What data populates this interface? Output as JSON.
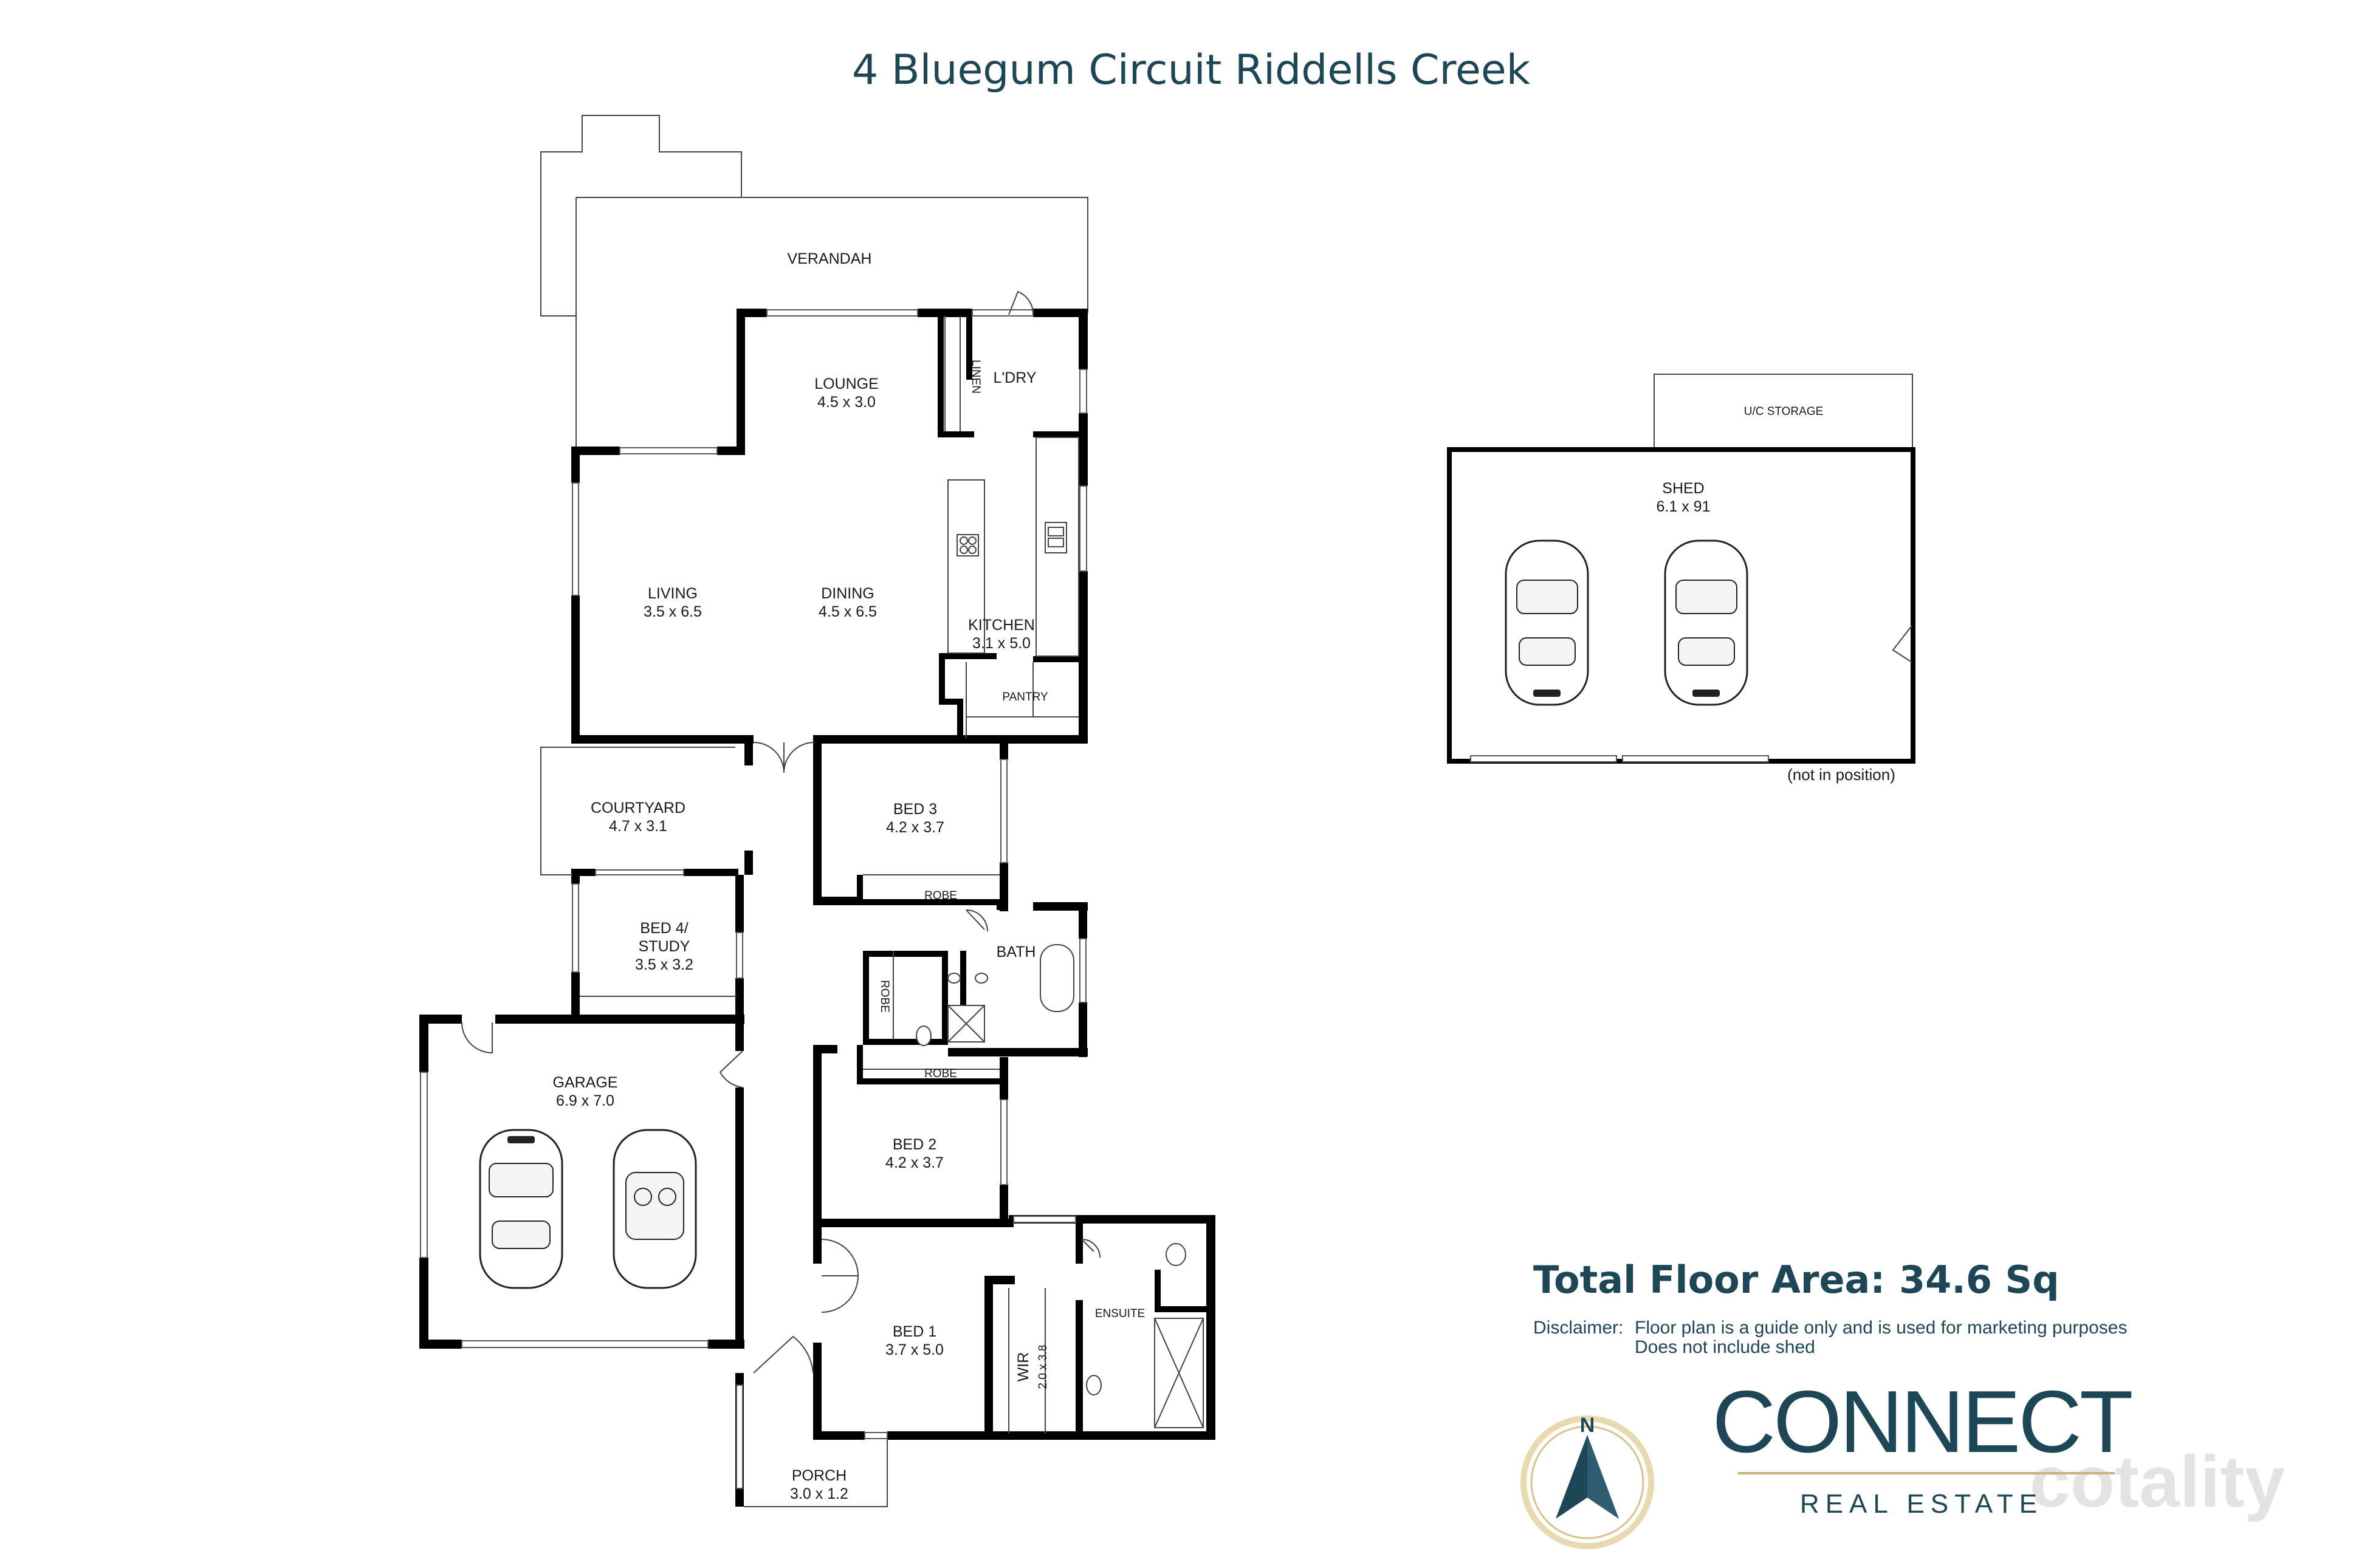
{
  "title": "4 Bluegum Circuit Riddells Creek",
  "colors": {
    "title": "#1d4656",
    "heading": "#1d4656",
    "brand": "#1d4656",
    "gold": "#c9b37a",
    "wall": "#000000",
    "watermark": "#e3e3e3"
  },
  "rooms": {
    "verandah": {
      "name": "VERANDAH"
    },
    "lounge": {
      "name": "LOUNGE",
      "dims": "4.5 x 3.0"
    },
    "linen": {
      "name": "LINEN"
    },
    "laundry": {
      "name": "L'DRY"
    },
    "living": {
      "name": "LIVING",
      "dims": "3.5 x 6.5"
    },
    "dining": {
      "name": "DINING",
      "dims": "4.5 x 6.5"
    },
    "kitchen": {
      "name": "KITCHEN",
      "dims": "3.1 x 5.0"
    },
    "pantry": {
      "name": "PANTRY"
    },
    "courtyard": {
      "name": "COURTYARD",
      "dims": "4.7 x 3.1"
    },
    "bed3": {
      "name": "BED 3",
      "dims": "4.2 x 3.7"
    },
    "robe_bed3": {
      "name": "ROBE"
    },
    "bath": {
      "name": "BATH"
    },
    "robe_side": {
      "name": "ROBE"
    },
    "robe_bed2": {
      "name": "ROBE"
    },
    "bed4": {
      "name_line1": "BED 4/",
      "name_line2": "STUDY",
      "dims": "3.5 x 3.2"
    },
    "garage": {
      "name": "GARAGE",
      "dims": "6.9 x 7.0"
    },
    "bed2": {
      "name": "BED 2",
      "dims": "4.2 x 3.7"
    },
    "bed1": {
      "name": "BED 1",
      "dims": "3.7 x 5.0"
    },
    "wir": {
      "name": "WIR",
      "dims": "2.0 x 3.8"
    },
    "ensuite": {
      "name": "ENSUITE"
    },
    "porch": {
      "name": "PORCH",
      "dims": "3.0 x 1.2"
    }
  },
  "shed": {
    "storage": {
      "name": "U/C STORAGE"
    },
    "name": "SHED",
    "dims": "6.1 x 91",
    "note": "(not in position)"
  },
  "summary": {
    "total_label": "Total Floor Area:",
    "total_value": "34.6 Sq",
    "disclaimer_label": "Disclaimer:",
    "disclaimer_line1": "Floor plan is a guide only and is used for marketing purposes",
    "disclaimer_line2": "Does not include shed"
  },
  "compass": {
    "letter": "N",
    "icon": "north-arrow-icon"
  },
  "brand": {
    "name": "CONNECT",
    "tagline": "REAL ESTATE",
    "watermark": "cotality"
  }
}
